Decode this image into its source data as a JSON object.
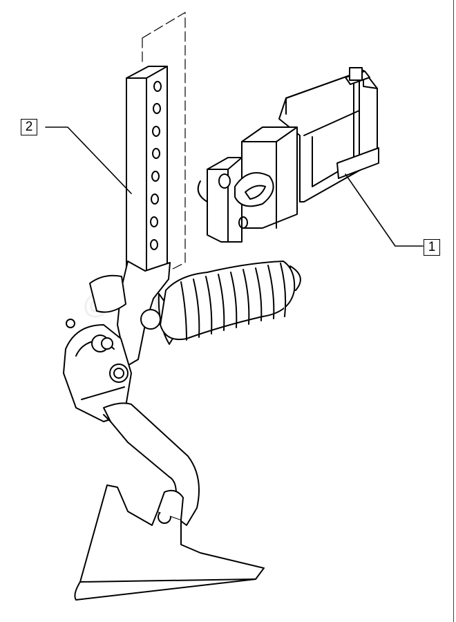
{
  "callouts": {
    "part_1": "1",
    "part_2": "2"
  },
  "watermark": "@ autopiter.ru"
}
